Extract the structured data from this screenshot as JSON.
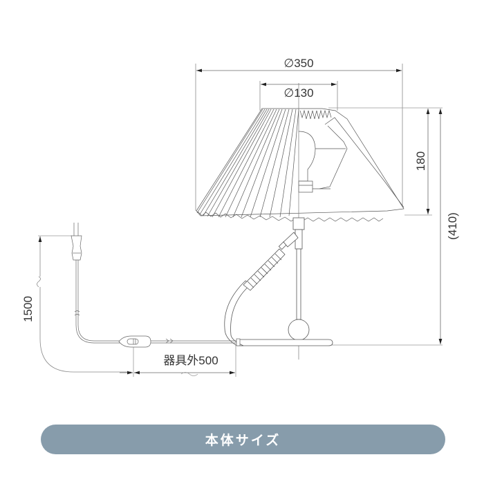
{
  "drawing": {
    "subject": "table lamp with pleated shade",
    "dimensions": {
      "shade_diameter_bottom": "∅350",
      "shade_diameter_top": "∅130",
      "shade_height": "180",
      "overall_height": "(410)",
      "cord_length": "1500",
      "cord_outside_fixture": "器具外500"
    },
    "colors": {
      "line": "#555555",
      "dim_line": "#777777",
      "text": "#333333",
      "label_bar": "#879cab",
      "label_text": "#ffffff"
    }
  },
  "footer": {
    "label": "本体サイズ"
  }
}
